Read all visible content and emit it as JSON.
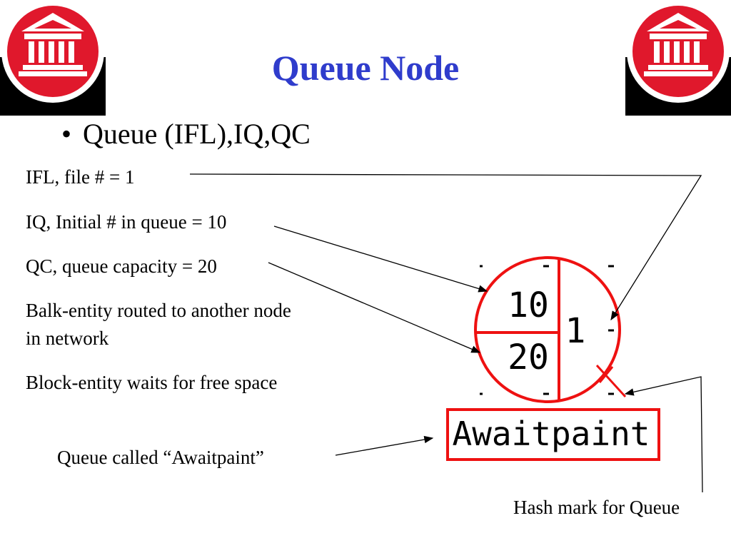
{
  "slide": {
    "title": "Queue Node",
    "bullet": "Queue (IFL),IQ,QC",
    "bullet_marker": "•"
  },
  "annotations": {
    "ifl": "IFL, file # = 1",
    "iq": "IQ, Initial # in queue = 10",
    "qc": "QC, queue capacity = 20",
    "balk_line1": "Balk-entity routed to another node",
    "balk_line2": "in network",
    "block": "Block-entity waits for free space",
    "queue_called": "Queue called “Awaitpaint”",
    "hash_mark": "Hash mark for Queue"
  },
  "node": {
    "initial_in_queue": "10",
    "capacity": "20",
    "file_number": "1",
    "name": "Awaitpaint"
  },
  "colors": {
    "title": "#2f3ccc",
    "node": "#ee1111",
    "logo_red": "#e0182c",
    "logo_black": "#000000"
  },
  "icons": [
    "courthouse-logo-icon",
    "courthouse-logo-icon"
  ]
}
